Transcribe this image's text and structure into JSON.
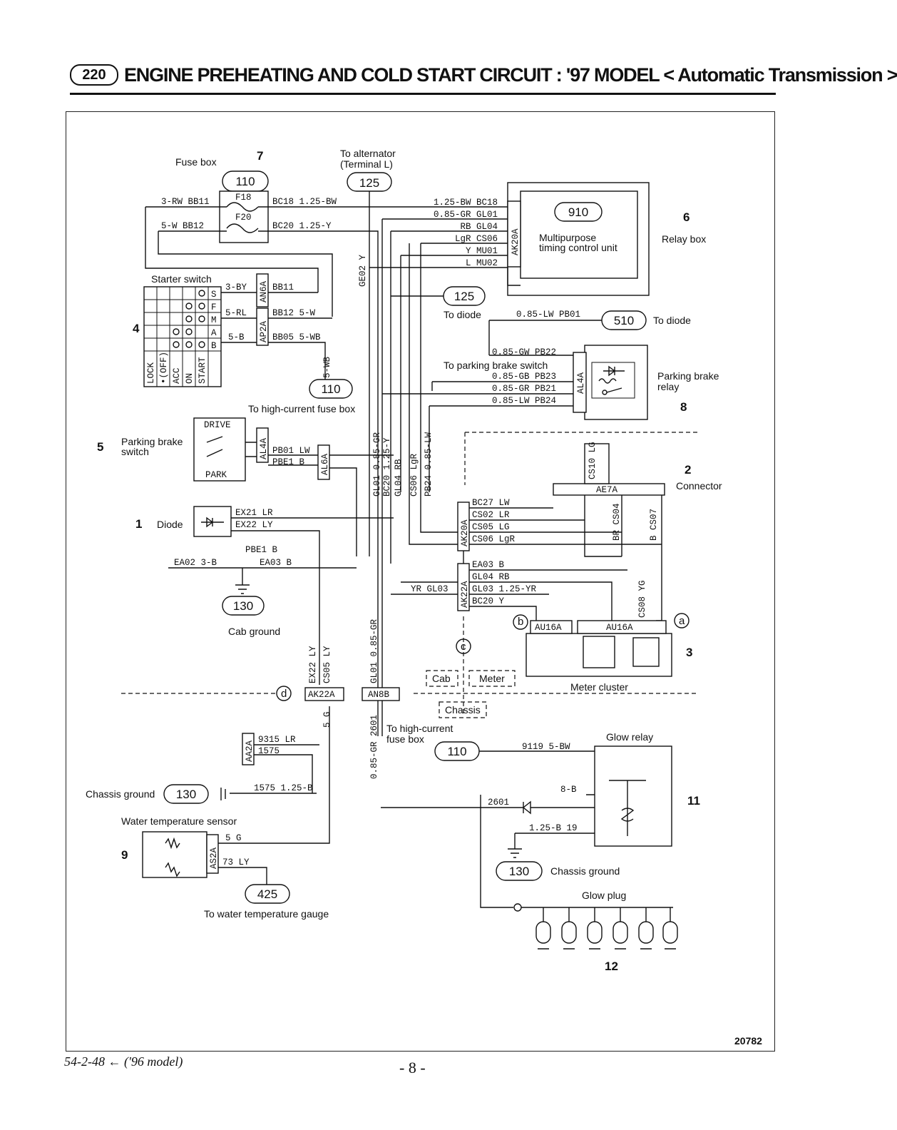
{
  "header": {
    "section_number": "220",
    "title": "ENGINE PREHEATING AND COLD START CIRCUIT : '97 MODEL < Automatic  Transmission >"
  },
  "components": {
    "fuse_box": {
      "name": "Fuse box",
      "number": "7",
      "ref": "110",
      "fuses": [
        "F18",
        "F20"
      ]
    },
    "alternator": {
      "name": "To alternator\n(Terminal L)",
      "line1": "To alternator",
      "line2": "(Terminal L)",
      "ref": "125"
    },
    "relay_box": {
      "name": "Relay box",
      "number": "6"
    },
    "timing_unit": {
      "ref": "910",
      "line1": "Multipurpose",
      "line2": "timing control unit",
      "connector": "AK20A"
    },
    "starter_switch": {
      "name": "Starter switch",
      "number": "4",
      "positions": [
        "LOCK",
        "•(OFF)",
        "ACC",
        "ON",
        "START"
      ],
      "terminals": [
        "S",
        "F",
        "M",
        "A",
        "B"
      ]
    },
    "to_diode_125": {
      "ref": "125",
      "name": "To diode"
    },
    "to_diode_510": {
      "ref": "510",
      "name": "To diode",
      "wire": "0.85-LW  PB01"
    },
    "parking_brake_relay": {
      "line1": "Parking brake",
      "line2": "relay",
      "number": "8",
      "connector": "AL4A"
    },
    "to_parking_brake_switch": "To parking brake switch",
    "high_current_fuse_box": {
      "ref": "110",
      "name": "To high-current fuse box"
    },
    "parking_brake_switch": {
      "line1": "Parking brake",
      "line2": "switch",
      "number": "5",
      "drive": "DRIVE",
      "park": "PARK"
    },
    "connector_2": {
      "name": "Connector",
      "number": "2",
      "connector": "AE7A"
    },
    "diode_1": {
      "name": "Diode",
      "number": "1"
    },
    "cab_ground": {
      "ref": "130",
      "name": "Cab ground"
    },
    "meter_cluster": {
      "name": "Meter cluster",
      "number": "3",
      "connector": "AU16A"
    },
    "zones": {
      "cab": "Cab",
      "meter": "Meter",
      "chassis": "Chassis"
    },
    "markers": {
      "a": "a",
      "b": "b",
      "c": "c",
      "d": "d"
    },
    "high_current_fuse_box_2": {
      "line1": "To high-current",
      "line2": "fuse box",
      "ref": "110"
    },
    "glow_relay": {
      "name": "Glow relay",
      "number": "11"
    },
    "chassis_ground_left": {
      "name": "Chassis ground",
      "ref": "130"
    },
    "chassis_ground_right": {
      "name": "Chassis ground",
      "ref": "130"
    },
    "water_temp_sensor": {
      "name": "Water temperature sensor",
      "number": "9",
      "connector": "AS2A"
    },
    "water_temp_gauge": {
      "ref": "425",
      "name": "To water temperature gauge"
    },
    "glow_plug": {
      "name": "Glow plug",
      "number": "12"
    }
  },
  "wires": {
    "bb11": "3-RW  BB11",
    "bb12": "5-W   BB12",
    "bc18": "BC18  1.25-BW",
    "bc20": "BC20  1.25-Y",
    "an6a": "AN6A",
    "ap2a": "AP2A",
    "start_3by": "3-BY",
    "start_5rl": "5-RL",
    "start_5b": "5-B",
    "sw_bb11": "BB11",
    "sw_bb12": "BB12  5-W",
    "sw_bb05": "BB05  5-WB",
    "wb5": "5-WB",
    "unit": [
      "1.25-BW  BC18",
      "0.85-GR  GL01",
      "RB  GL04",
      "LgR  CS06",
      "Y  MU01",
      "L  MU02"
    ],
    "ge02": "GE02  Y",
    "relay": [
      "0.85-GW  PB22",
      "0.85-GB  PB23",
      "0.85-GR  PB21",
      "0.85-LW  PB24"
    ],
    "vbus": [
      "GL01  0.85-GR",
      "BC20  1.25-Y",
      "GL04  RB",
      "CS06  LgR",
      "PB24  0.85-LW"
    ],
    "pbs": [
      "PB01  LW",
      "PBE1  B"
    ],
    "al4a": "AL4A",
    "al6a": "AL6A",
    "diode": [
      "EX21  LR",
      "EX22  LY"
    ],
    "pbe1": "PBE1  B",
    "ea02": "EA02  3-B",
    "ea03": "EA03  B",
    "cs10": "CS10  LG",
    "ak20a": [
      "BC27    LW",
      "CS02    LR",
      "CS05    LG",
      "CS06    LgR"
    ],
    "ak20a_name": "AK20A",
    "cs04": "BR  CS04",
    "cs07": "B  CS07",
    "cs08": "CS08  YG",
    "ak22a": [
      "EA03    B",
      "GL04    RB",
      "GL03  1.25-YR",
      "BC20    Y"
    ],
    "ak22a_name": "AK22A",
    "yr_gl03": "YR  GL03",
    "ex22": "EX22  LY",
    "cs05": "CS05  LY",
    "gl01b": "GL01  0.85-GR",
    "an8b": "AN8B",
    "g5": "5  G",
    "g_only": "G",
    "w2601": "0.85-GR  2601",
    "aa2a": "AA2A",
    "w9315": "9315  LR",
    "w1575": "1575",
    "w1575b": "1575  1.25-B",
    "w9119": "9119  5-BW",
    "w8b": "8-B",
    "w2601b": "2601",
    "w19": "1.25-B  19",
    "sensor": [
      "5    G",
      "73   LY"
    ]
  },
  "figure_number": "20782",
  "footer": {
    "left": "54-2-48 ← ('96 model)",
    "center": "- 8 -"
  }
}
